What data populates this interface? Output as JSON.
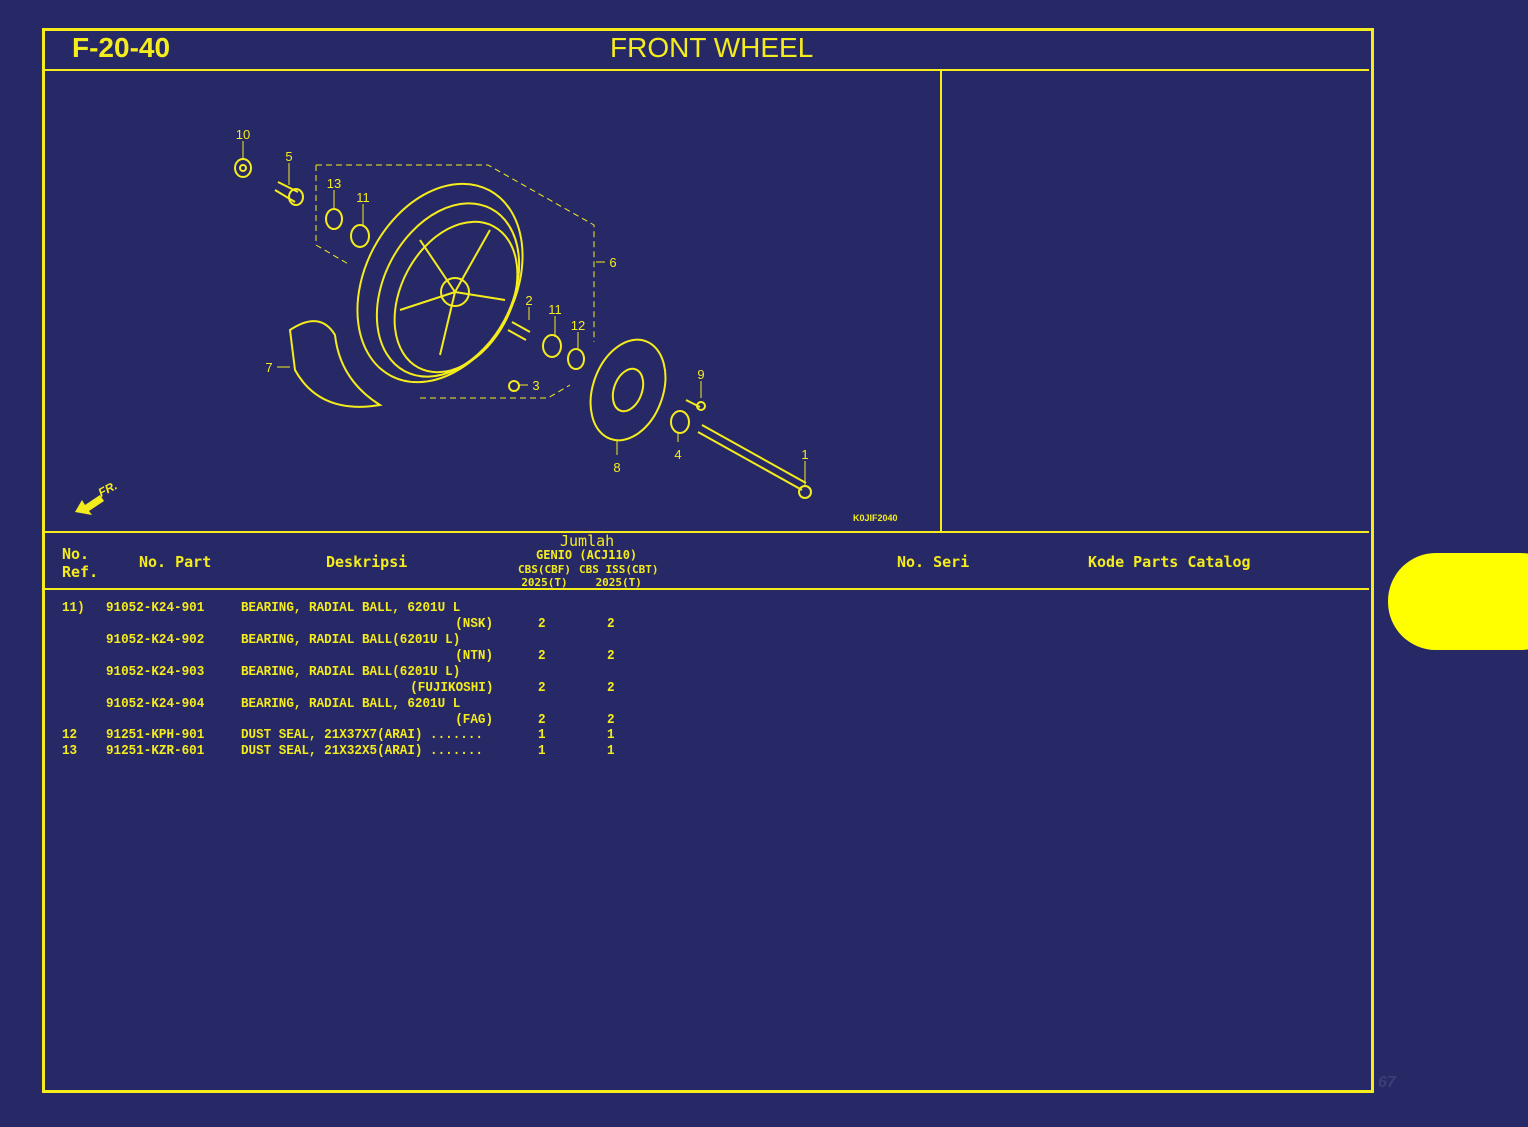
{
  "header": {
    "code": "F-20-40",
    "title": "FRONT WHEEL"
  },
  "diagram": {
    "image_code": "K0JIF2040",
    "front_label": "FR.",
    "callouts": [
      "10",
      "5",
      "13",
      "11",
      "6",
      "2",
      "11",
      "12",
      "7",
      "3",
      "9",
      "8",
      "4",
      "1"
    ]
  },
  "table": {
    "headers": {
      "ref_line1": "No.",
      "ref_line2": "Ref.",
      "part": "No. Part",
      "desc": "Deskripsi",
      "qty": "Jumlah",
      "model": "GENIO (ACJ110)",
      "variant1": "CBS(CBF)",
      "variant2": "CBS ISS(CBT)",
      "year1": "2025(T)",
      "year2": "2025(T)",
      "serial": "No. Seri",
      "catalog": "Kode Parts Catalog"
    },
    "rows": [
      {
        "ref": "11)",
        "part": "91052-K24-901",
        "desc": "BEARING, RADIAL BALL, 6201U L",
        "desc2": "(NSK)",
        "q1": "2",
        "q2": "2"
      },
      {
        "ref": "",
        "part": "91052-K24-902",
        "desc": "BEARING, RADIAL BALL(6201U L)",
        "desc2": "(NTN)",
        "q1": "2",
        "q2": "2"
      },
      {
        "ref": "",
        "part": "91052-K24-903",
        "desc": "BEARING, RADIAL BALL(6201U L)",
        "desc2": "(FUJIKOSHI)",
        "q1": "2",
        "q2": "2"
      },
      {
        "ref": "",
        "part": "91052-K24-904",
        "desc": "BEARING, RADIAL BALL, 6201U L",
        "desc2": "(FAG)",
        "q1": "2",
        "q2": "2"
      },
      {
        "ref": "12",
        "part": "91251-KPH-901",
        "desc": "DUST SEAL, 21X37X7(ARAI) .......",
        "desc2": "",
        "q1": "1",
        "q2": "1"
      },
      {
        "ref": "13",
        "part": "91251-KZR-601",
        "desc": "DUST SEAL, 21X32X5(ARAI) .......",
        "desc2": "",
        "q1": "1",
        "q2": "1"
      }
    ]
  },
  "page_number": "67",
  "colors": {
    "background": "#272966",
    "accent": "#f4ec1c",
    "tab": "#ffff00"
  }
}
